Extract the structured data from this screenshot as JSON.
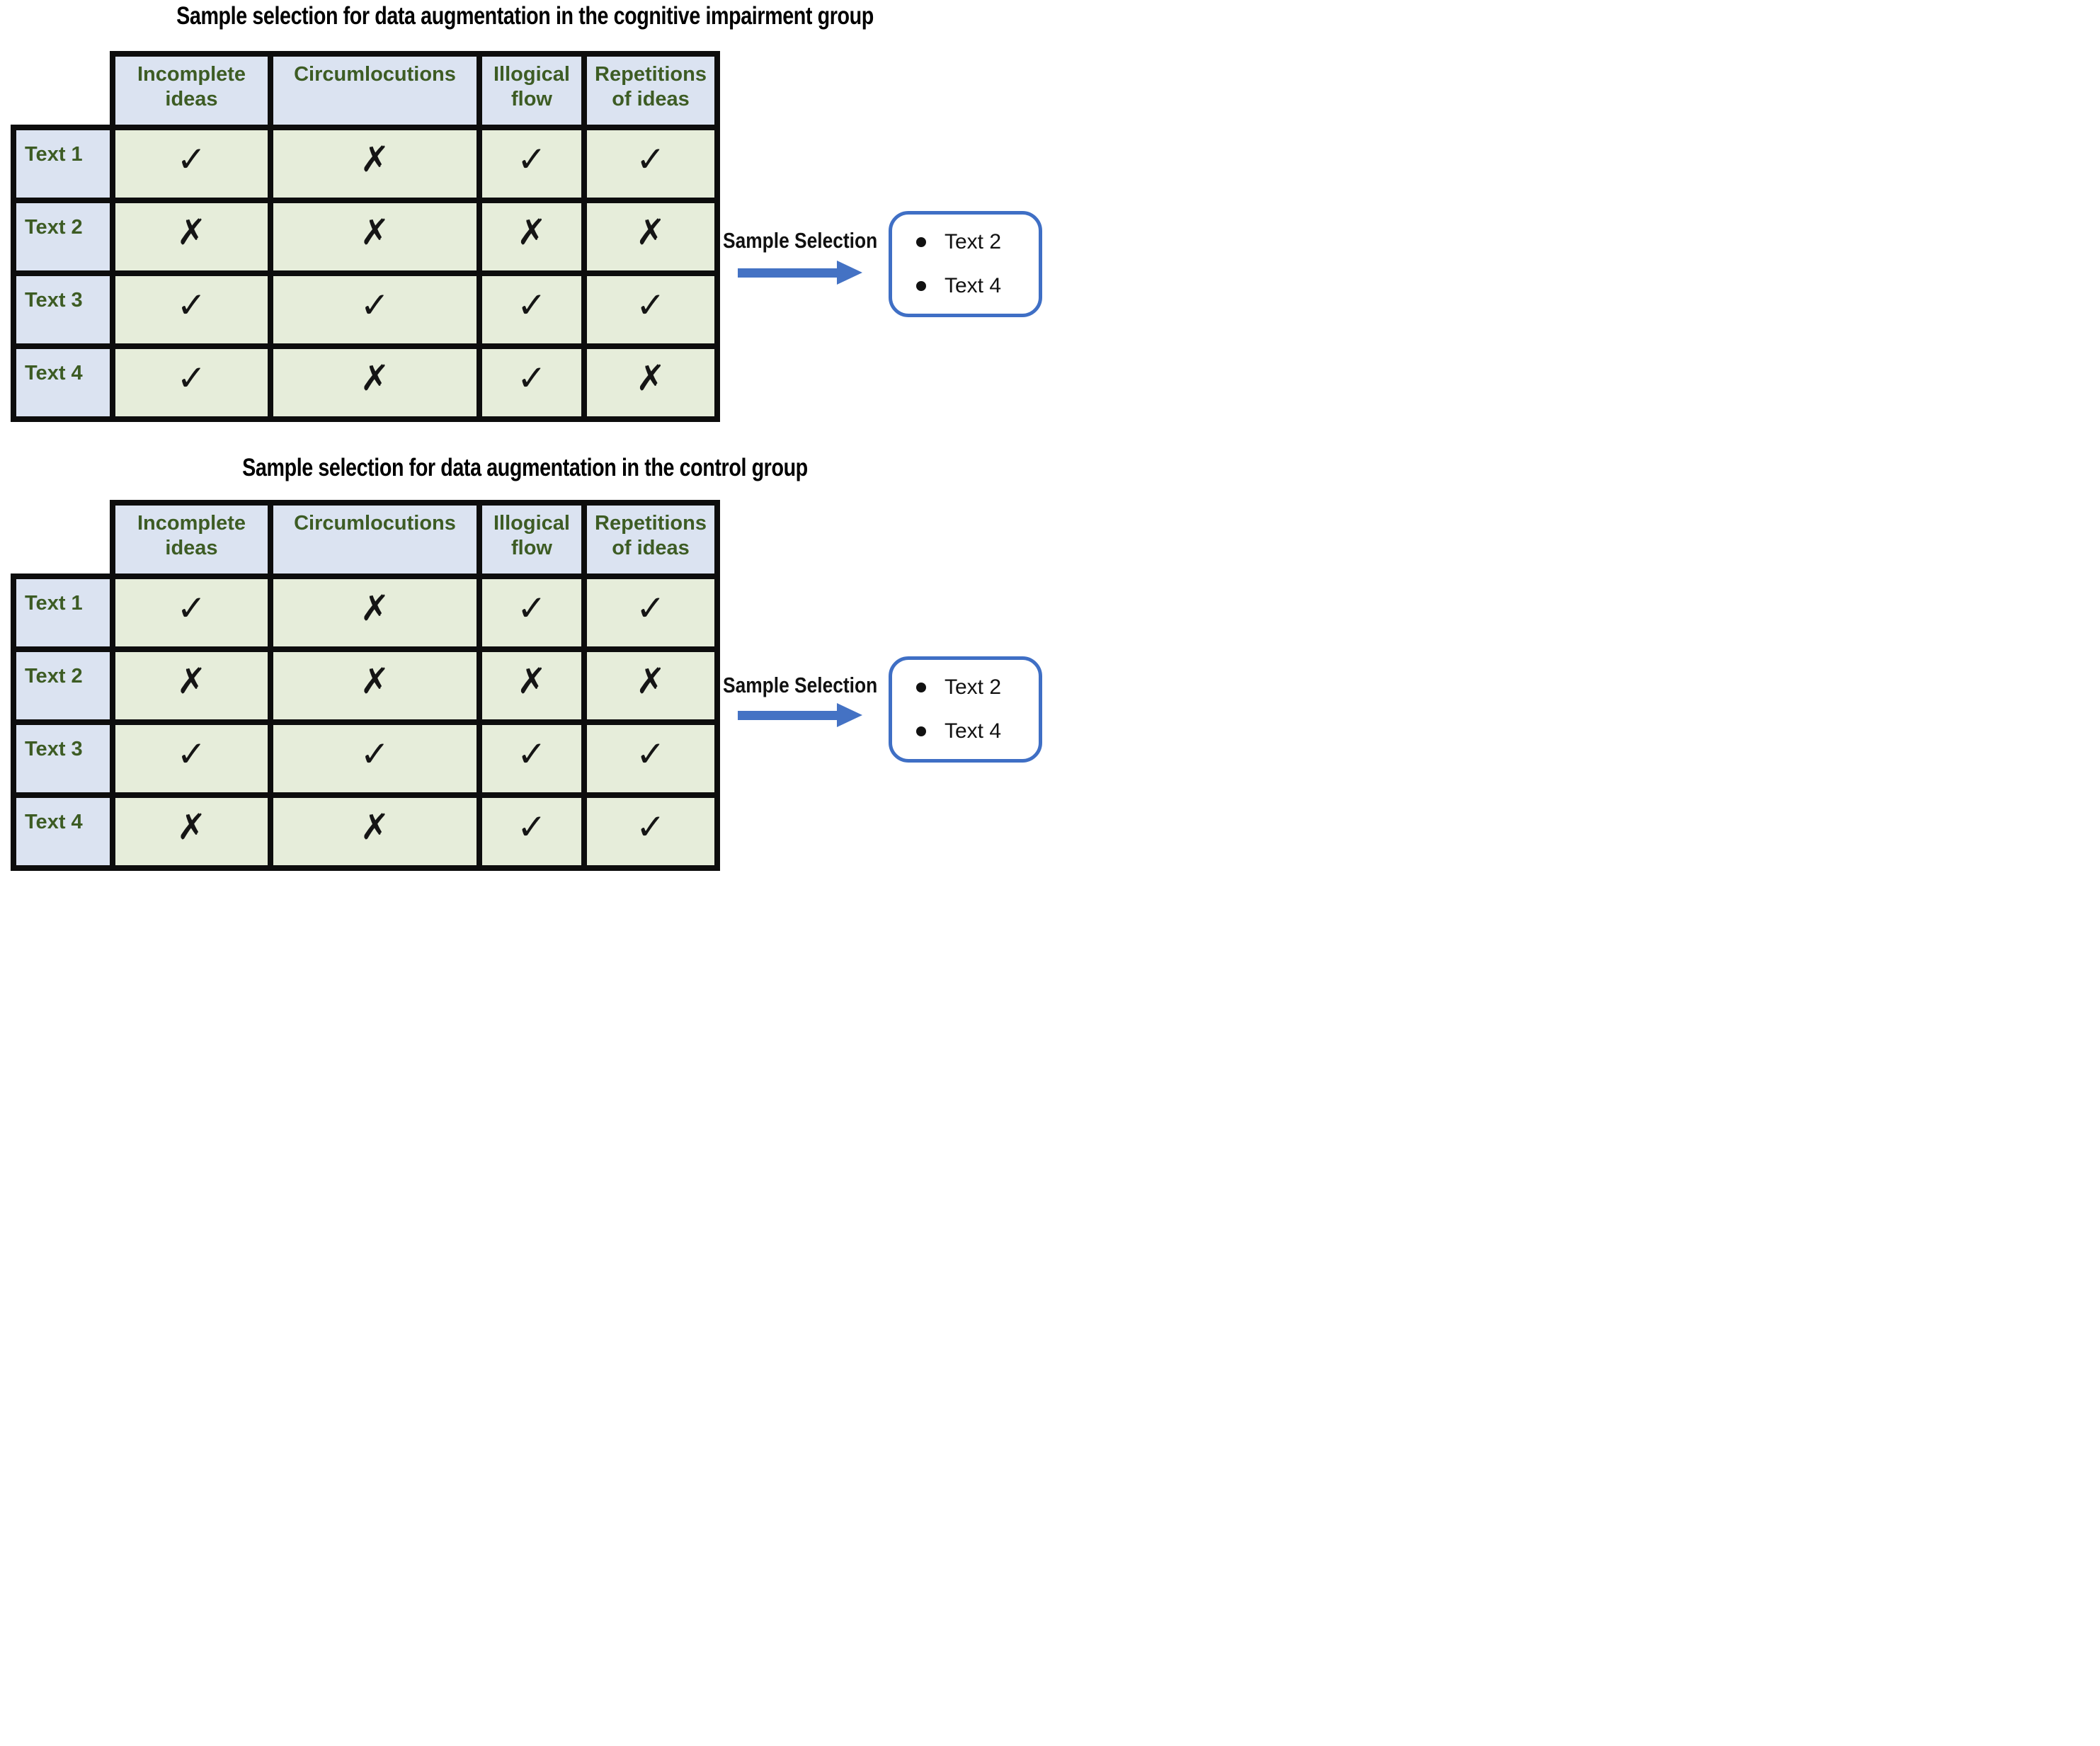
{
  "colors": {
    "header_cell_bg": "#dbe3f1",
    "body_cell_bg": "#e6edda",
    "header_text_green": "#3d5c24",
    "table_border": "#0d0d0d",
    "accent_blue": "#4472c4",
    "mark_color": "#151515"
  },
  "glyphs": {
    "check": "✓",
    "cross": "✗"
  },
  "sections": [
    {
      "id": "cognitive-impairment-group",
      "title": "Sample selection for data augmentation in the cognitive impairment group",
      "table": {
        "columns": [
          "Incomplete ideas",
          "Circumlocutions",
          "Illogical flow",
          "Repetitions of ideas"
        ],
        "rows": [
          {
            "label": "Text 1",
            "marks": [
              "✓",
              "✗",
              "✓",
              "✓"
            ]
          },
          {
            "label": "Text 2",
            "marks": [
              "✗",
              "✗",
              "✗",
              "✗"
            ]
          },
          {
            "label": "Text 3",
            "marks": [
              "✓",
              "✓",
              "✓",
              "✓"
            ]
          },
          {
            "label": "Text 4",
            "marks": [
              "✓",
              "✗",
              "✓",
              "✗"
            ]
          }
        ]
      },
      "selection": {
        "label": "Sample Selection",
        "items": [
          "Text 2",
          "Text 4"
        ]
      }
    },
    {
      "id": "control-group",
      "title": "Sample selection for data augmentation in the control group",
      "table": {
        "columns": [
          "Incomplete ideas",
          "Circumlocutions",
          "Illogical flow",
          "Repetitions of ideas"
        ],
        "rows": [
          {
            "label": "Text 1",
            "marks": [
              "✓",
              "✗",
              "✓",
              "✓"
            ]
          },
          {
            "label": "Text 2",
            "marks": [
              "✗",
              "✗",
              "✗",
              "✗"
            ]
          },
          {
            "label": "Text 3",
            "marks": [
              "✓",
              "✓",
              "✓",
              "✓"
            ]
          },
          {
            "label": "Text 4",
            "marks": [
              "✗",
              "✗",
              "✓",
              "✓"
            ]
          }
        ]
      },
      "selection": {
        "label": "Sample Selection",
        "items": [
          "Text 2",
          "Text 4"
        ]
      }
    }
  ]
}
